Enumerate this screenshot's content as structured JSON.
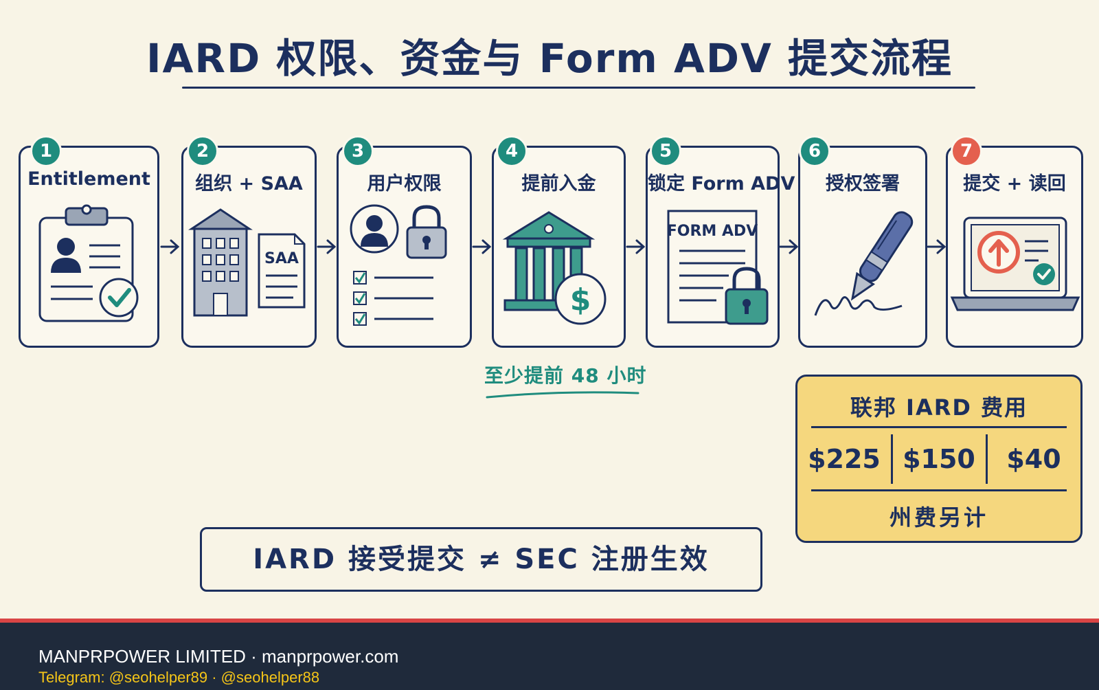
{
  "title": "IARD 权限、资金与 Form ADV 提交流程",
  "steps": [
    {
      "number": "1",
      "label": "Entitlement",
      "icon": "clipboard-profile-check-icon"
    },
    {
      "number": "2",
      "label": "组织 + SAA",
      "icon": "building-document-icon"
    },
    {
      "number": "3",
      "label": "用户权限",
      "icon": "user-lock-checklist-icon"
    },
    {
      "number": "4",
      "label": "提前入金",
      "icon": "bank-dollar-icon"
    },
    {
      "number": "5",
      "label": "锁定 Form ADV",
      "icon": "form-lock-icon"
    },
    {
      "number": "6",
      "label": "授权签署",
      "icon": "pen-signature-icon"
    },
    {
      "number": "7",
      "label": "提交 + 读回",
      "icon": "laptop-upload-icon"
    }
  ],
  "step2_doc_label": "SAA",
  "step5_doc_label": "FORM ADV",
  "deposit_note": "至少提前 48 小时",
  "fees": {
    "title": "联邦 IARD 费用",
    "amounts": [
      "$225",
      "$150",
      "$40"
    ],
    "footnote": "州费另计"
  },
  "key_note": "IARD 接受提交 ≠ SEC 注册生效",
  "footer": {
    "line1": "MANPRPOWER LIMITED · manprpower.com",
    "line2": "Telegram: @seohelper89 · @seohelper88"
  },
  "colors": {
    "navy": "#1c2f5e",
    "teal": "#1f8c7e",
    "highlight": "#e4604e",
    "fee_box": "#f5d77e",
    "background": "#f8f4e6",
    "footer_bg": "#1f2a3b",
    "footer_accent": "#d94545",
    "footer_yellow": "#f5c518"
  }
}
